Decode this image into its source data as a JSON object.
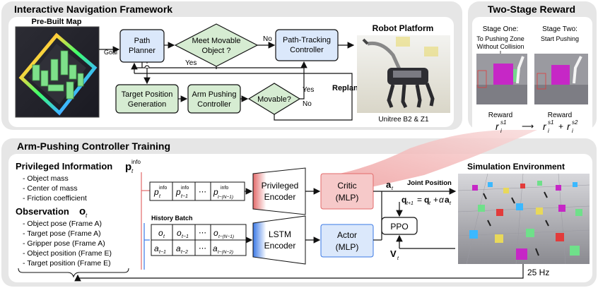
{
  "panels": {
    "nav_title": "Interactive Navigation Framework",
    "reward_title": "Two-Stage Reward",
    "training_title": "Arm-Pushing Controller Training"
  },
  "nav": {
    "prebuilt_map": "Pre-Built Map",
    "goal": "Goal",
    "path_planner": [
      "Path",
      "Planner"
    ],
    "meet_movable": [
      "Meet Movable",
      "Object ?"
    ],
    "no1": "No",
    "path_tracking": [
      "Path-Tracking",
      "Controller"
    ],
    "yes1": "Yes",
    "target_gen": [
      "Target Position",
      "Generation"
    ],
    "arm_pushing": [
      "Arm Pushing",
      "Controller"
    ],
    "movable": "Movable?",
    "yes2": "Yes",
    "no2": "No",
    "replan": "Replan",
    "robot_platform": "Robot Platform",
    "robot_caption": "Unitree B2 & Z1"
  },
  "reward": {
    "stage_one": "Stage One:",
    "stage_one_sub": [
      "To Pushing Zone",
      "Without Collision"
    ],
    "stage_two": "Stage Two:",
    "stage_two_sub": "Start Pushing",
    "reward_left": "Reward",
    "reward_right": "Reward",
    "r_sym": "r",
    "i_sym": "i",
    "s1_sup": "s1",
    "s2_sup": "s2",
    "plus": "+",
    "arrow": "⟶"
  },
  "training": {
    "priv_info_label": "Privileged Information",
    "priv_items": [
      "- Object mass",
      "- Center of mass",
      "- Friction coefficient"
    ],
    "obs_label": "Observation",
    "obs_items": [
      "- Object pose (Frame A)",
      "- Target pose (Frame A)",
      "- Gripper pose (Frame A)",
      "- Object position (Frame E)",
      "- Target position (Frame E)"
    ],
    "history_batch": "History Batch",
    "priv_encoder": [
      "Privileged",
      "Encoder"
    ],
    "critic": [
      "Critic",
      "(MLP)"
    ],
    "lstm_encoder": [
      "LSTM",
      "Encoder"
    ],
    "actor": [
      "Actor",
      "(MLP)"
    ],
    "ppo": "PPO",
    "joint_position": "Joint Position",
    "sim_env": "Simulation Environment",
    "rate": "25 Hz",
    "p_sym": "p",
    "info_sup": "info",
    "o_sym": "o",
    "a_sym": "a",
    "V_sym": "V",
    "t_sub": "t",
    "q_sym": "q",
    "eq": "=",
    "alpha": "α",
    "ellipsis": "⋯",
    "subs_t1": "t−1",
    "subs_t2": "t−2",
    "subs_tn": "t−(N−1)",
    "subs_tn2": "t−(N−2)",
    "subs_t1q": "t+1"
  },
  "colors": {
    "panel_bg": "#e6e6e6",
    "blue_box": "#dbe8fb",
    "green_box": "#d6ecd2",
    "critic_fill": "#f6c9c9",
    "actor_fill": "#dbe8fb",
    "pink_band": "#f2b9b9"
  }
}
